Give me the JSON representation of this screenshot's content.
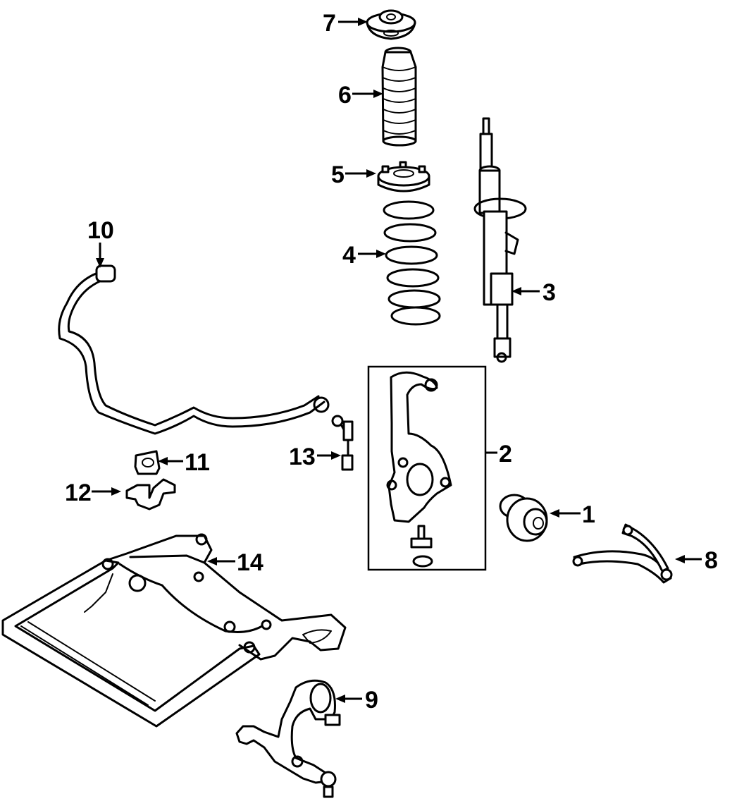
{
  "diagram": {
    "callouts": [
      {
        "id": "1",
        "label": "1"
      },
      {
        "id": "2",
        "label": "2"
      },
      {
        "id": "3",
        "label": "3"
      },
      {
        "id": "4",
        "label": "4"
      },
      {
        "id": "5",
        "label": "5"
      },
      {
        "id": "6",
        "label": "6"
      },
      {
        "id": "7",
        "label": "7"
      },
      {
        "id": "8",
        "label": "8"
      },
      {
        "id": "9",
        "label": "9"
      },
      {
        "id": "10",
        "label": "10"
      },
      {
        "id": "11",
        "label": "11"
      },
      {
        "id": "12",
        "label": "12"
      },
      {
        "id": "13",
        "label": "13"
      },
      {
        "id": "14",
        "label": "14"
      }
    ],
    "colors": {
      "ink": "#000000",
      "background": "#ffffff"
    }
  }
}
